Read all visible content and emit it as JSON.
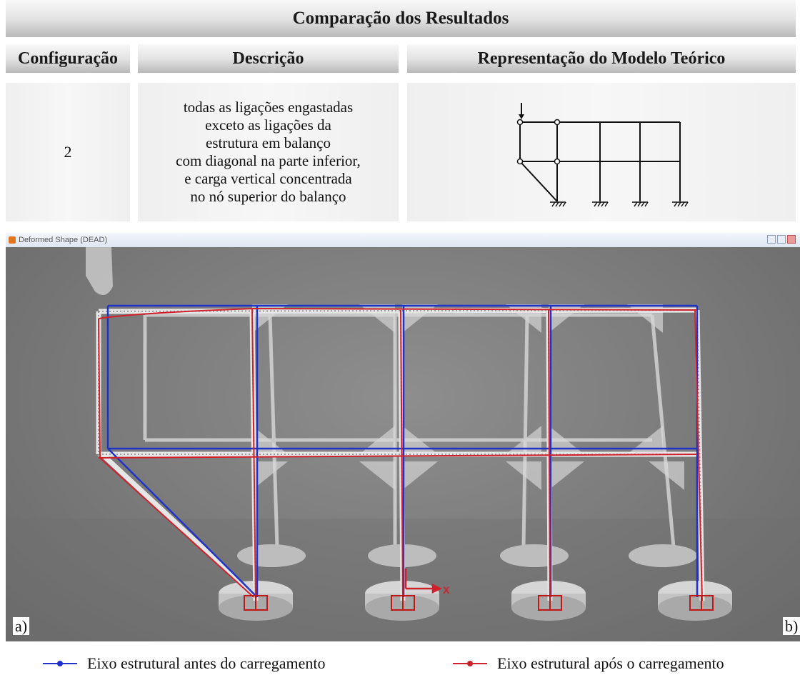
{
  "title": "Comparação dos Resultados",
  "headers": {
    "config": "Configuração",
    "desc": "Descrição",
    "model": "Representação do Modelo Teórico"
  },
  "row": {
    "config": "2",
    "desc_lines": [
      "todas as ligações engastadas",
      "exceto as ligações da",
      "estrutura em balanço",
      "com diagonal na parte inferior,",
      "e carga vertical concentrada",
      "no nó superior do balanço"
    ]
  },
  "window": {
    "title": "Deformed Shape (DEAD)"
  },
  "panel_labels": {
    "a": "a)",
    "b": "b)"
  },
  "axis_label": "X",
  "legend": [
    {
      "label": "Eixo estrutural antes do carregamento",
      "color": "#1f33c8"
    },
    {
      "label": "Eixo estrutural após o carregamento",
      "color": "#d0202a"
    }
  ]
}
